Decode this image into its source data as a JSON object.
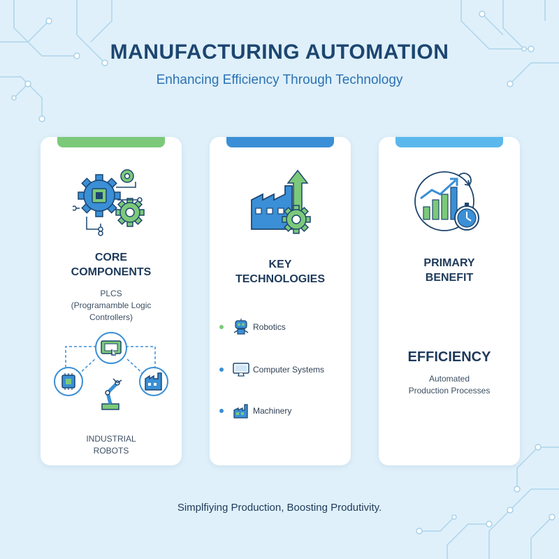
{
  "header": {
    "title": "MANUFACTURING AUTOMATION",
    "subtitle": "Enhancing Efficiency Through Technology"
  },
  "cards": [
    {
      "heading_line1": "CORE",
      "heading_line2": "COMPONENTS",
      "detail_line1": "PLCS",
      "detail_line2": "(Programamble Logic",
      "detail_line3": "Controllers)",
      "footer_line1": "INDUSTRIAL",
      "footer_line2": "ROBOTS",
      "accent_color": "#7cc97a",
      "icon": "gears-circuit-icon"
    },
    {
      "heading_line1": "KEY",
      "heading_line2": "TECHNOLOGIES",
      "items": [
        {
          "label": "Robotics",
          "icon": "robot-icon",
          "dot_color": "#7cc97a"
        },
        {
          "label": "Computer Systems",
          "icon": "monitor-icon",
          "dot_color": "#3a8fd6"
        },
        {
          "label": "Machinery",
          "icon": "factory-icon",
          "dot_color": "#3a8fd6"
        }
      ],
      "accent_color": "#3a8fd6",
      "icon": "factory-growth-icon"
    },
    {
      "heading_line1": "PRIMARY",
      "heading_line2": "BENEFIT",
      "highlight": "EFFICIENCY",
      "detail_line1": "Automated",
      "detail_line2": "Production Processes",
      "accent_color": "#5ab8ec",
      "icon": "growth-chart-stopwatch-icon"
    }
  ],
  "footer": {
    "tagline": "Simplfiying Production, Boosting Produtivity."
  }
}
